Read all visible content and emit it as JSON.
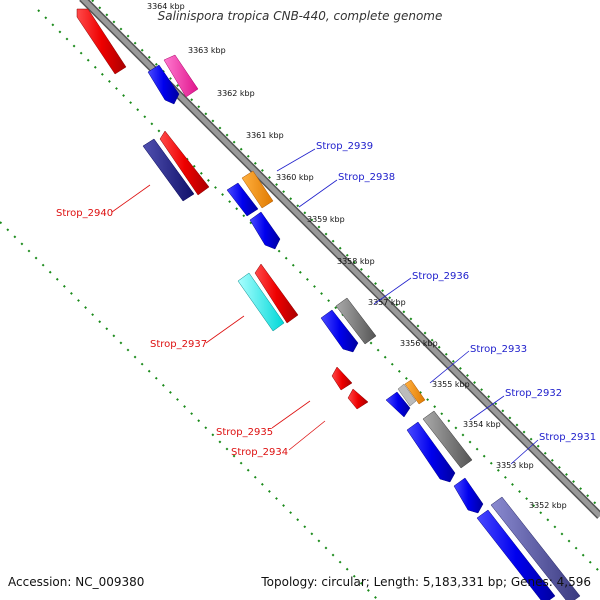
{
  "title": "Salinispora tropica CNB-440, complete genome",
  "footer": {
    "accession": "Accession: NC_009380",
    "summary": "Topology: circular; Length: 5,183,331 bp; Genes: 4,596"
  },
  "colors": {
    "backbone": "#8c8c8c",
    "ticks": "#1a8a1a",
    "forward_label": "#2020cc",
    "reverse_label": "#dd1010"
  },
  "kbp_ticks": [
    "3364 kbp",
    "3363 kbp",
    "3362 kbp",
    "3361 kbp",
    "3360 kbp",
    "3359 kbp",
    "3358 kbp",
    "3357 kbp",
    "3356 kbp",
    "3355 kbp",
    "3354 kbp",
    "3353 kbp",
    "3352 kbp"
  ],
  "gene_labels": {
    "forward": [
      "Strop_2939",
      "Strop_2938",
      "Strop_2936",
      "Strop_2933",
      "Strop_2932",
      "Strop_2931"
    ],
    "reverse": [
      "Strop_2940",
      "Strop_2937",
      "Strop_2935",
      "Strop_2934"
    ]
  }
}
